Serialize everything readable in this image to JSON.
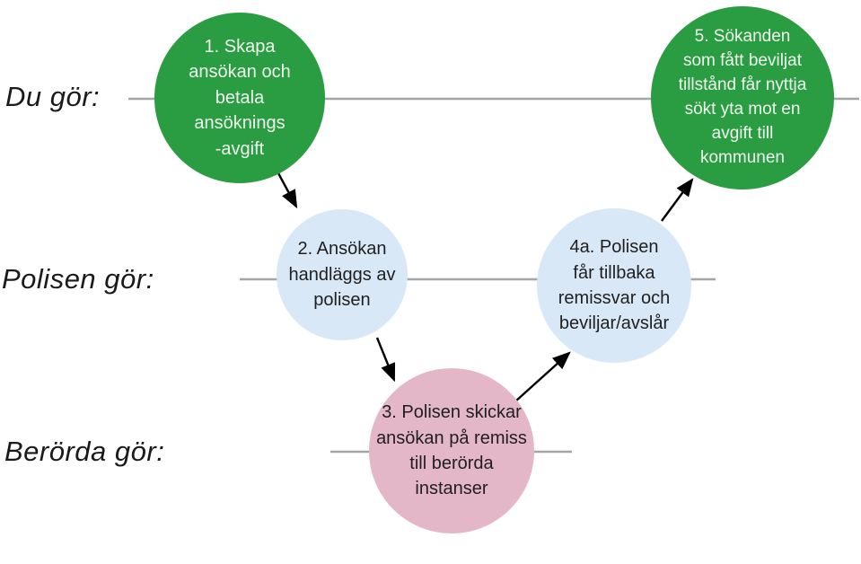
{
  "diagram": {
    "lane_labels": [
      "Du gör:",
      "Polisen gör:",
      "Berörda gör:"
    ],
    "nodes": [
      {
        "id": "1",
        "text": "1. Skapa\nansökan och\nbetala\nansöknings\n-avgift",
        "fill": "#2a9c41",
        "text_color": "#f0f8f0",
        "lane": "Du gör:"
      },
      {
        "id": "2",
        "text": "2. Ansökan\nhandläggs av\npolisen",
        "fill": "#d8e8f6",
        "text_color": "#1f1f1f",
        "lane": "Polisen gör:"
      },
      {
        "id": "3",
        "text": "3. Polisen skickar\nansökan på remiss\ntill berörda\ninstanser",
        "fill": "#e3b6c8",
        "text_color": "#1f1f1f",
        "lane": "Berörda gör:"
      },
      {
        "id": "4a",
        "text": "4a. Polisen\nfår tillbaka\nremissvar och\nbeviljar/avslår",
        "fill": "#d8e8f6",
        "text_color": "#1f1f1f",
        "lane": "Polisen gör:"
      },
      {
        "id": "5",
        "text": "5. Sökanden\nsom fått beviljat\ntillstånd får nyttja\nsökt yta mot en\navgift till\nkommunen",
        "fill": "#2a9c41",
        "text_color": "#f0f8f0",
        "lane": "Du gör:"
      }
    ],
    "flow": [
      "1 -> 2",
      "2 -> 3",
      "3 -> 4a",
      "4a -> 5"
    ],
    "colors": {
      "green": "#2a9c41",
      "light_blue": "#d8e8f6",
      "pink": "#e3b6c8",
      "lane_line": "#a6a6a6",
      "arrow": "#000000",
      "background": "#ffffff"
    }
  }
}
